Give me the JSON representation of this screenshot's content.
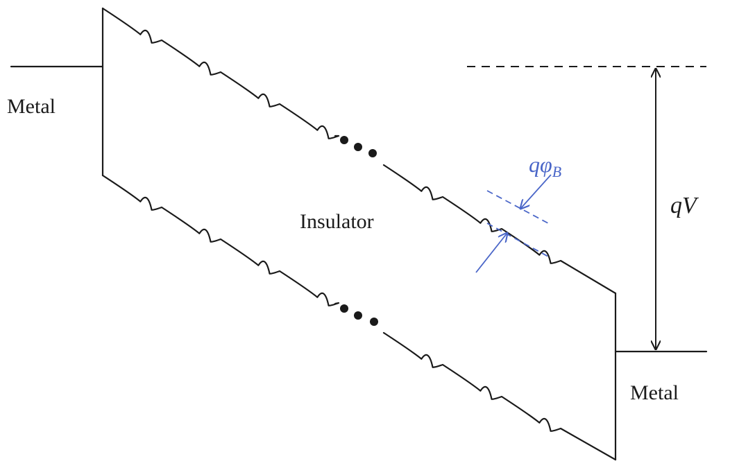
{
  "labels": {
    "metal_left": "Metal",
    "metal_right": "Metal",
    "insulator": "Insulator",
    "applied_voltage": "qV",
    "barrier_main": "qφ",
    "barrier_sub": "B"
  },
  "colors": {
    "ink": "#1a1a1a",
    "accent": "#4a66c8"
  }
}
